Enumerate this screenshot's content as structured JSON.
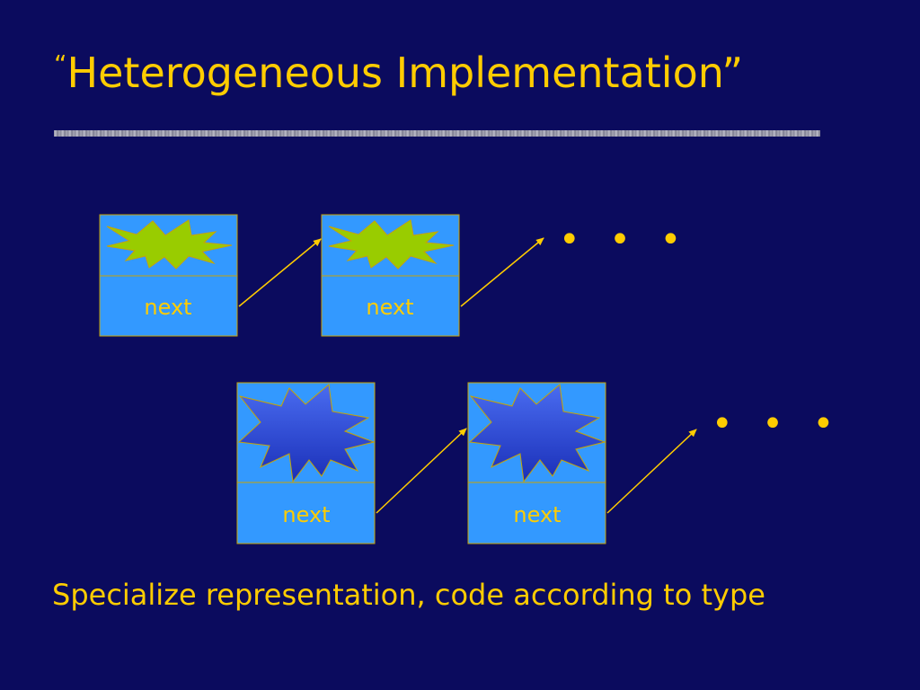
{
  "slide": {
    "title_open_quote": "“",
    "title_text": "Heterogeneous Implementation”",
    "caption": "Specialize representation, code according to type"
  },
  "lists": [
    {
      "nodes": [
        {
          "field_label": "next",
          "payload_shape": "green-starburst-icon"
        },
        {
          "field_label": "next",
          "payload_shape": "green-starburst-icon"
        }
      ],
      "continuation": "• • •"
    },
    {
      "nodes": [
        {
          "field_label": "next",
          "payload_shape": "blue-starburst-icon"
        },
        {
          "field_label": "next",
          "payload_shape": "blue-starburst-icon"
        }
      ],
      "continuation": "• • •"
    }
  ],
  "colors": {
    "background": "#0b0b5e",
    "text": "#ffcc00",
    "node_fill": "#3399ff",
    "node_border": "#c8a400",
    "arrow": "#ffcc00",
    "small_star_fill": "#99cc00",
    "large_star_fill": "#2244cc"
  }
}
